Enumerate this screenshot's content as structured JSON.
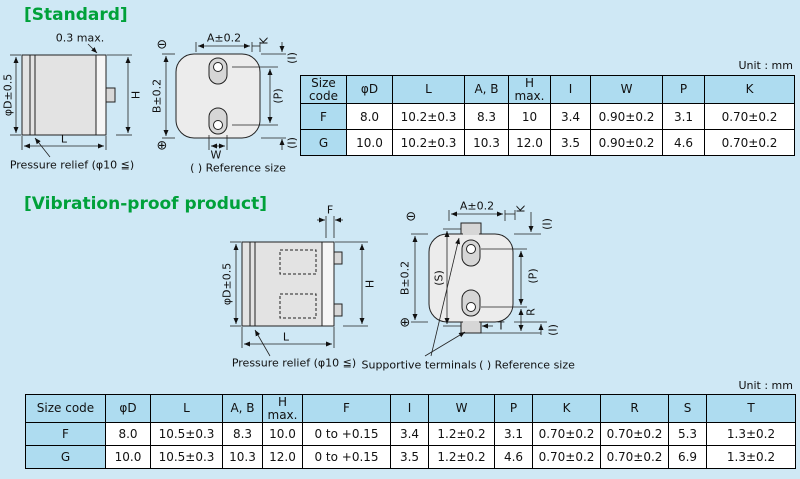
{
  "unit_label": "Unit : mm",
  "symbols": {
    "minus": "⊖",
    "plus": "⊕"
  },
  "colors": {
    "background": "#cfe8f5",
    "table_header": "#aedcf0",
    "title_green": "#00a13a"
  },
  "standard": {
    "title": "[Standard]",
    "side": {
      "top_clearance": "0.3 max.",
      "diameter": "φD±0.5",
      "height": "H",
      "length": "L",
      "pressure_relief": "Pressure relief (φ10 ≦)"
    },
    "bottom": {
      "a": "A±0.2",
      "k": "K",
      "i_top": "(I)",
      "b": "B±0.2",
      "p": "(P)",
      "i_bottom": "(I)",
      "w": "W",
      "reference_note": "( ) Reference size"
    },
    "table": {
      "headers": [
        "Size\ncode",
        "φD",
        "L",
        "A, B",
        "H\nmax.",
        "I",
        "W",
        "P",
        "K"
      ],
      "rows": [
        [
          "F",
          "8.0",
          "10.2±0.3",
          "8.3",
          "10",
          "3.4",
          "0.90±0.2",
          "3.1",
          "0.70±0.2"
        ],
        [
          "G",
          "10.0",
          "10.2±0.3",
          "10.3",
          "12.0",
          "3.5",
          "0.90±0.2",
          "4.6",
          "0.70±0.2"
        ]
      ]
    }
  },
  "vibration": {
    "title": "[Vibration-proof product]",
    "side": {
      "f": "F",
      "diameter": "φD±0.5",
      "height": "H",
      "length": "L",
      "pressure_relief": "Pressure relief (φ10 ≦)"
    },
    "bottom": {
      "a": "A±0.2",
      "k": "K",
      "i_top": "(I)",
      "b": "B±0.2",
      "s": "(S)",
      "p": "(P)",
      "r": "R",
      "t": "T",
      "i_bottom": "(I)",
      "supportive": "Supportive terminals",
      "reference_note": "( ) Reference size"
    },
    "table": {
      "headers": [
        "Size code",
        "φD",
        "L",
        "A, B",
        "H\nmax.",
        "F",
        "I",
        "W",
        "P",
        "K",
        "R",
        "S",
        "T"
      ],
      "rows": [
        [
          "F",
          "8.0",
          "10.5±0.3",
          "8.3",
          "10.0",
          "0 to +0.15",
          "3.4",
          "1.2±0.2",
          "3.1",
          "0.70±0.2",
          "0.70±0.2",
          "5.3",
          "1.3±0.2"
        ],
        [
          "G",
          "10.0",
          "10.5±0.3",
          "10.3",
          "12.0",
          "0 to +0.15",
          "3.5",
          "1.2±0.2",
          "4.6",
          "0.70±0.2",
          "0.70±0.2",
          "6.9",
          "1.3±0.2"
        ]
      ]
    }
  }
}
